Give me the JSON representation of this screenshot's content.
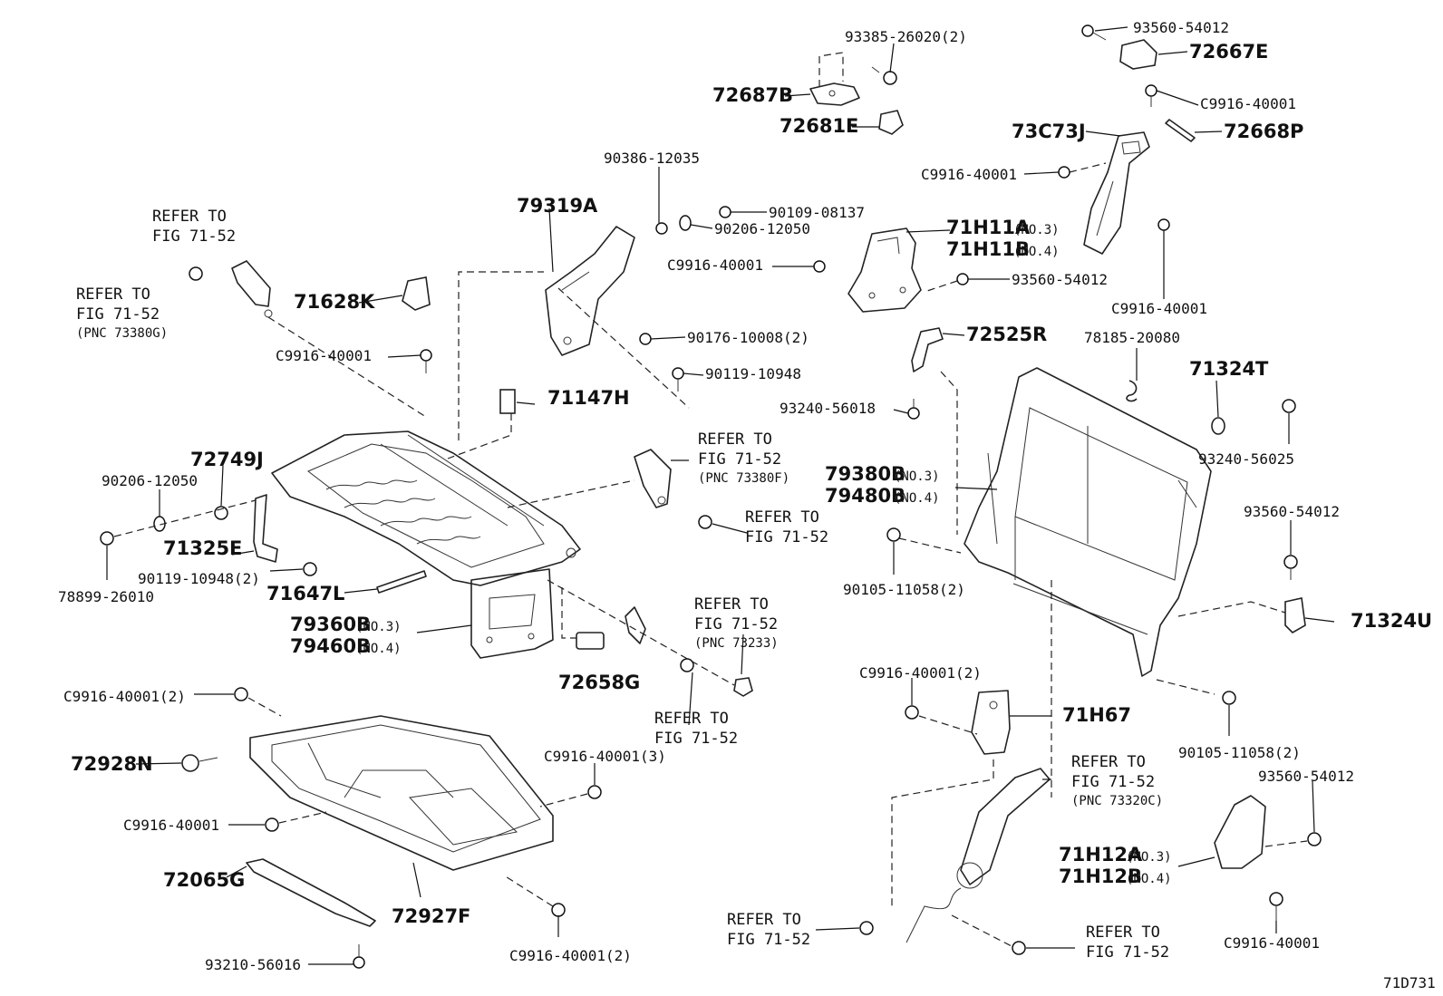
{
  "diagram_id": "71D731",
  "callouts": {
    "p93385": "93385-26020(2)",
    "p93560a": "93560-54012",
    "p72667E": "72667E",
    "p72687B": "72687B",
    "p72681E": "72681E",
    "pC9916a": "C9916-40001",
    "p73C73J": "73C73J",
    "p72668P": "72668P",
    "pC9916b": "C9916-40001",
    "p90386": "90386-12035",
    "p90109": "90109-08137",
    "p90206a": "90206-12050",
    "p79319A": "79319A",
    "p71H11A": "71H11A",
    "p71H11A_no": "(NO.3)",
    "p71H11B": "71H11B",
    "p71H11B_no": "(NO.4)",
    "pC9916c": "C9916-40001",
    "p93560b": "93560-54012",
    "pC9916d": "C9916-40001",
    "p71628K": "71628K",
    "pC9916e": "C9916-40001",
    "p90176": "90176-10008(2)",
    "p72525R": "72525R",
    "p78185": "78185-20080",
    "p71324T": "71324T",
    "p90119a": "90119-10948",
    "p93240a": "93240-56018",
    "p93240b": "93240-56025",
    "p71147H": "71147H",
    "p72749J": "72749J",
    "p90206b": "90206-12050",
    "p79380B": "79380B",
    "p79380B_no": "(NO.3)",
    "p79480B": "79480B",
    "p79480B_no": "(NO.4)",
    "p93560c": "93560-54012",
    "p71325E": "71325E",
    "p78899": "78899-26010",
    "p90119b": "90119-10948(2)",
    "p71647L": "71647L",
    "p90105a": "90105-11058(2)",
    "p71324U": "71324U",
    "p79360B": "79360B",
    "p79360B_no": "(NO.3)",
    "p79460B": "79460B",
    "p79460B_no": "(NO.4)",
    "p72658G": "72658G",
    "pC9916f": "C9916-40001(2)",
    "pC9916g": "C9916-40001(2)",
    "p71H67": "71H67",
    "p90105b": "90105-11058(2)",
    "p72928N": "72928N",
    "pC9916h": "C9916-40001(3)",
    "pC9916i": "C9916-40001",
    "p93560d": "93560-54012",
    "p71H12A": "71H12A",
    "p71H12A_no": "(NO.3)",
    "p71H12B": "71H12B",
    "p71H12B_no": "(NO.4)",
    "p72065G": "72065G",
    "p72927F": "72927F",
    "pC9916j": "C9916-40001",
    "p93210": "93210-56016",
    "pC9916k": "C9916-40001(2)"
  },
  "references": {
    "r1_a": "REFER TO",
    "r1_b": "FIG 71-52",
    "r2_a": "REFER TO",
    "r2_b": "FIG 71-52",
    "r2_c": "(PNC 73380G)",
    "r3_a": "REFER TO",
    "r3_b": "FIG 71-52",
    "r3_c": "(PNC 73380F)",
    "r4_a": "REFER TO",
    "r4_b": "FIG 71-52",
    "r5_a": "REFER TO",
    "r5_b": "FIG 71-52",
    "r5_c": "(PNC 73233)",
    "r6_a": "REFER TO",
    "r6_b": "FIG 71-52",
    "r7_a": "REFER TO",
    "r7_b": "FIG 71-52",
    "r7_c": "(PNC 73320C)",
    "r8_a": "REFER TO",
    "r8_b": "FIG 71-52",
    "r9_a": "REFER TO",
    "r9_b": "FIG 71-52"
  }
}
